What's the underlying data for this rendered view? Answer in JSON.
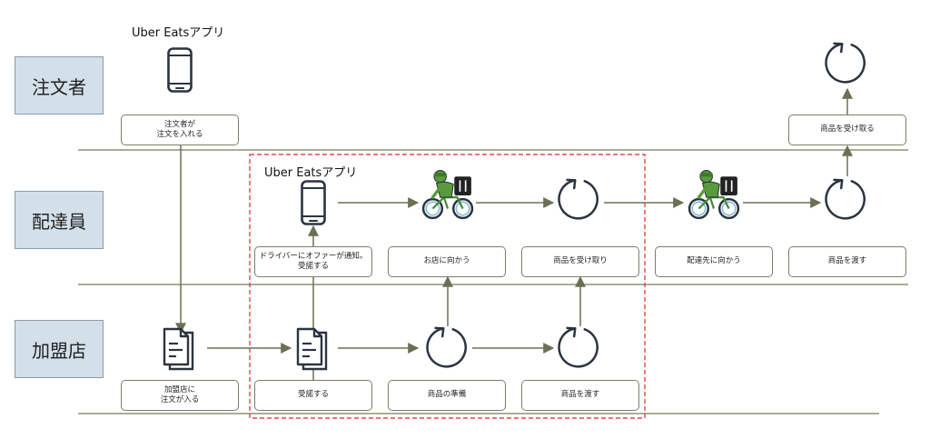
{
  "lanes": [
    {
      "label": "注文者"
    },
    {
      "label": "配達員"
    },
    {
      "label": "加盟店"
    }
  ],
  "app_titles": [
    "Uber Eatsアプリ",
    "Uber Eatsアプリ"
  ],
  "steps": {
    "orderer_place": "注文者が\n注文を入れる",
    "orderer_receive": "商品を受け取る",
    "driver_notified": "ドライバーにオファーが通知。受諾する",
    "driver_to_store": "お店に向かう",
    "driver_pickup": "商品を受け取り",
    "driver_to_dest": "配達先に向かう",
    "driver_handover": "商品を渡す",
    "store_receive": "加盟店に\n注文が入る",
    "store_accept": "受諾する",
    "store_prepare": "商品の準備",
    "store_handover": "商品を渡す"
  },
  "colors": {
    "lane_fill": "#d3dfe9",
    "arrow": "#6b7054",
    "dashed_frame": "#e0252d",
    "icon": "#2b3440"
  },
  "icons": [
    "smartphone-icon",
    "document-icon",
    "process-cycle-icon",
    "delivery-bicycle-icon"
  ]
}
